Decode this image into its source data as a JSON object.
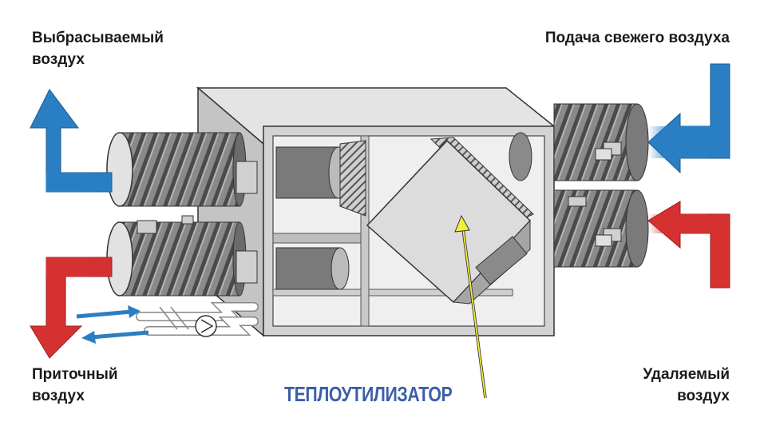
{
  "labels": {
    "exhaust_line1": "Выбрасываемый",
    "exhaust_line2": "воздух",
    "fresh_in": "Подача свежего воздуха",
    "supply_line1": "Приточный",
    "supply_line2": "воздух",
    "extract_line1": "Удаляемый",
    "extract_line2": "воздух"
  },
  "caption": "ТЕПЛОУТИЛИЗАТОР",
  "colors": {
    "cold": "#2a7fc4",
    "warm": "#d63131",
    "caption": "#3c5fa8",
    "pointer": "#f2ef3a",
    "casing": "#d9d9d9"
  }
}
